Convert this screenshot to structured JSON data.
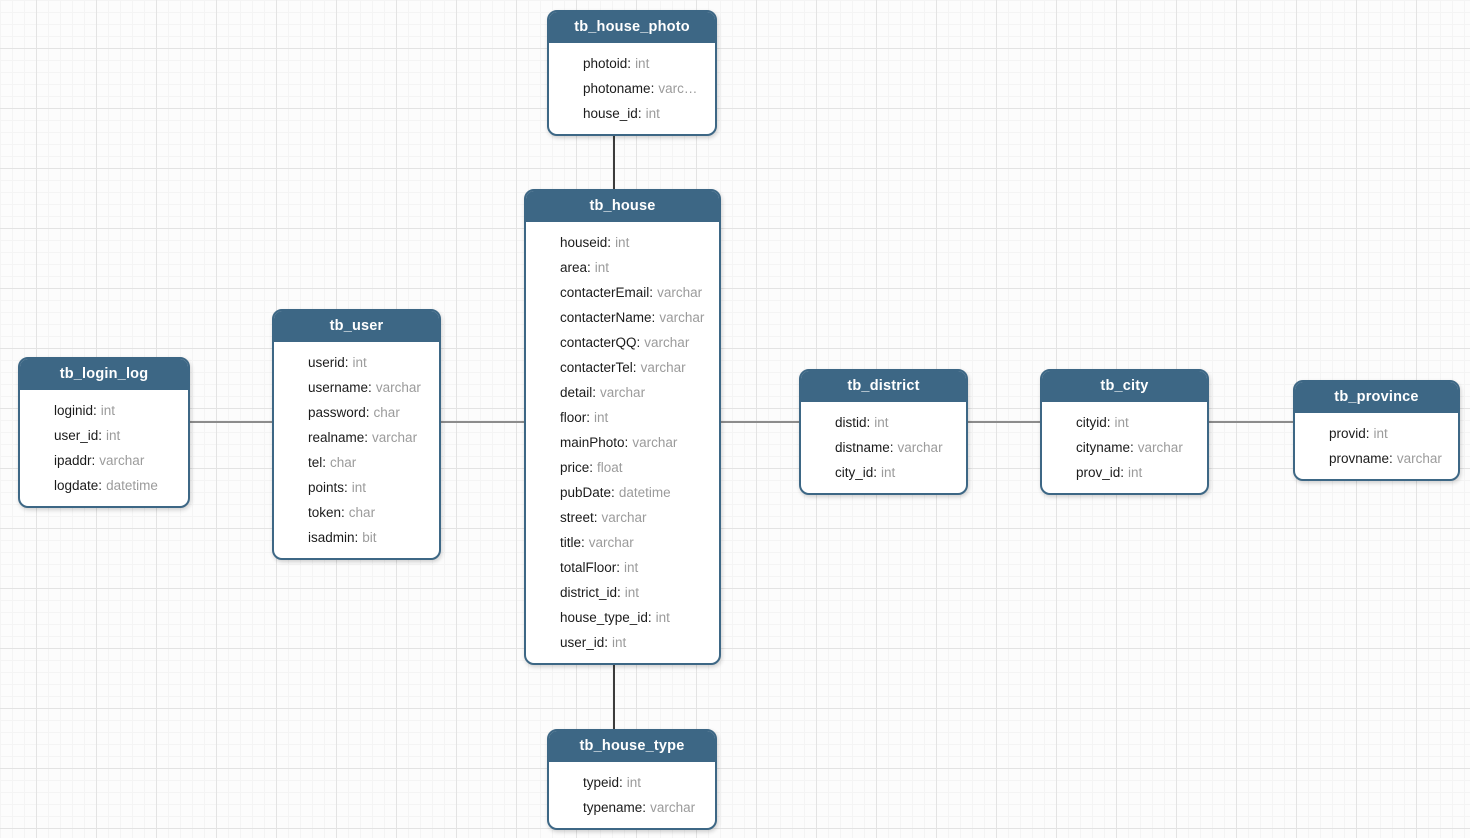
{
  "theme": {
    "header_bg": "#3d6785",
    "table_border": "#3d6785",
    "field_name": "#1b1b1b",
    "field_type": "#9b9b9b",
    "connector_h": "#8c8c8c",
    "connector_v": "#3c3c3c",
    "grid_minor": "#f4f4f4",
    "grid_major": "#e3e3e3",
    "canvas_bg": "#fcfcfc"
  },
  "tables": [
    {
      "title": "tb_house_photo",
      "fields": [
        {
          "name": "photoid",
          "type": "int"
        },
        {
          "name": "photoname",
          "type": "varc…"
        },
        {
          "name": "house_id",
          "type": "int"
        }
      ]
    },
    {
      "title": "tb_house",
      "fields": [
        {
          "name": "houseid",
          "type": "int"
        },
        {
          "name": "area",
          "type": "int"
        },
        {
          "name": "contacterEmail",
          "type": "varchar"
        },
        {
          "name": "contacterName",
          "type": "varchar"
        },
        {
          "name": "contacterQQ",
          "type": "varchar"
        },
        {
          "name": "contacterTel",
          "type": "varchar"
        },
        {
          "name": "detail",
          "type": "varchar"
        },
        {
          "name": "floor",
          "type": "int"
        },
        {
          "name": "mainPhoto",
          "type": "varchar"
        },
        {
          "name": "price",
          "type": "float"
        },
        {
          "name": "pubDate",
          "type": "datetime"
        },
        {
          "name": "street",
          "type": "varchar"
        },
        {
          "name": "title",
          "type": "varchar"
        },
        {
          "name": "totalFloor",
          "type": "int"
        },
        {
          "name": "district_id",
          "type": "int"
        },
        {
          "name": "house_type_id",
          "type": "int"
        },
        {
          "name": "user_id",
          "type": "int"
        }
      ]
    },
    {
      "title": "tb_user",
      "fields": [
        {
          "name": "userid",
          "type": "int"
        },
        {
          "name": "username",
          "type": "varchar"
        },
        {
          "name": "password",
          "type": "char"
        },
        {
          "name": "realname",
          "type": "varchar"
        },
        {
          "name": "tel",
          "type": "char"
        },
        {
          "name": "points",
          "type": "int"
        },
        {
          "name": "token",
          "type": "char"
        },
        {
          "name": "isadmin",
          "type": "bit"
        }
      ]
    },
    {
      "title": "tb_login_log",
      "fields": [
        {
          "name": "loginid",
          "type": "int"
        },
        {
          "name": "user_id",
          "type": "int"
        },
        {
          "name": "ipaddr",
          "type": "varchar"
        },
        {
          "name": "logdate",
          "type": "datetime"
        }
      ]
    },
    {
      "title": "tb_district",
      "fields": [
        {
          "name": "distid",
          "type": "int"
        },
        {
          "name": "distname",
          "type": "varchar"
        },
        {
          "name": "city_id",
          "type": "int"
        }
      ]
    },
    {
      "title": "tb_city",
      "fields": [
        {
          "name": "cityid",
          "type": "int"
        },
        {
          "name": "cityname",
          "type": "varchar"
        },
        {
          "name": "prov_id",
          "type": "int"
        }
      ]
    },
    {
      "title": "tb_province",
      "fields": [
        {
          "name": "provid",
          "type": "int"
        },
        {
          "name": "provname",
          "type": "varchar"
        }
      ]
    },
    {
      "title": "tb_house_type",
      "fields": [
        {
          "name": "typeid",
          "type": "int"
        },
        {
          "name": "typename",
          "type": "varchar"
        }
      ]
    }
  ]
}
